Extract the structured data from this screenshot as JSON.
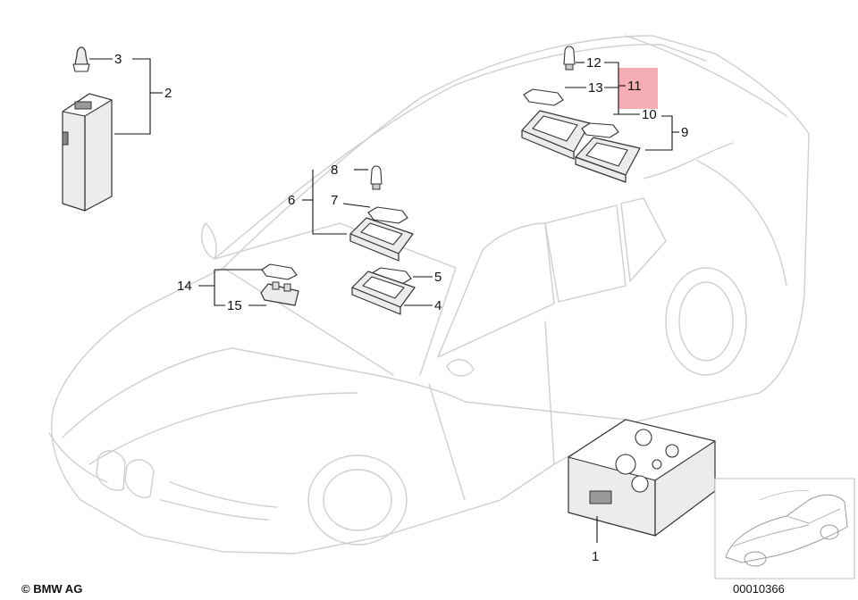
{
  "diagram": {
    "callouts": {
      "c1": "1",
      "c2": "2",
      "c3": "3",
      "c4": "4",
      "c5": "5",
      "c6": "6",
      "c7": "7",
      "c8": "8",
      "c9": "9",
      "c10": "10",
      "c11": "11",
      "c12": "12",
      "c13": "13",
      "c14": "14",
      "c15": "15"
    },
    "highlight_color": "#f4a0a8",
    "copyright": "© BMW AG",
    "diagram_number": "00010366"
  }
}
